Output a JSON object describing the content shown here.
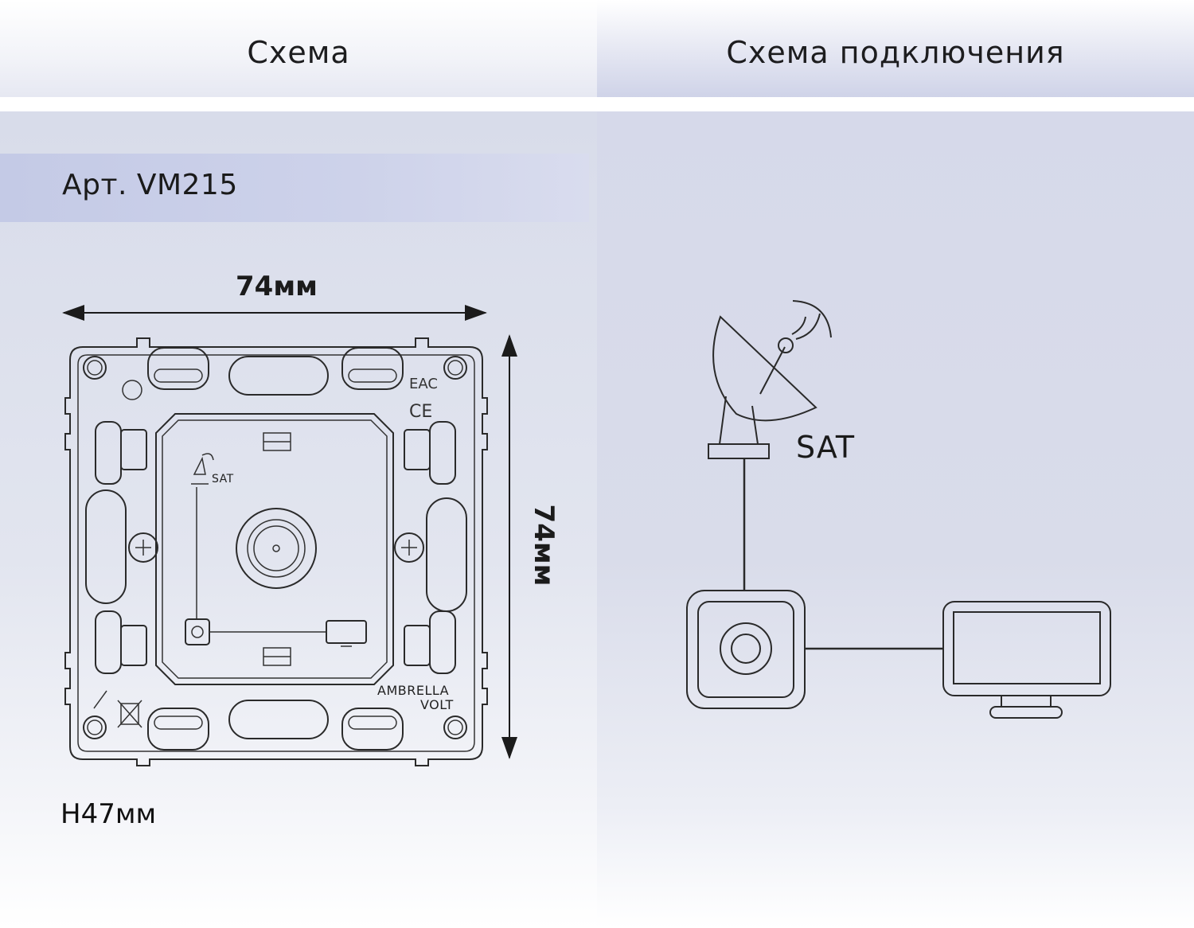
{
  "header": {
    "left_title": "Схема",
    "right_title": "Схема подключения"
  },
  "article": {
    "label": "Арт. VM215"
  },
  "dimensions": {
    "width": "74мм",
    "height": "74мм",
    "depth": "H47мм"
  },
  "device_drawing": {
    "inner_sat_label": "SAT",
    "brand_line1": "AMBRELLA",
    "brand_line2": "VOLT"
  },
  "connection_diagram": {
    "sat_label": "SAT",
    "nodes": [
      "satellite-dish-icon",
      "tv-socket-icon",
      "monitor-icon"
    ]
  }
}
